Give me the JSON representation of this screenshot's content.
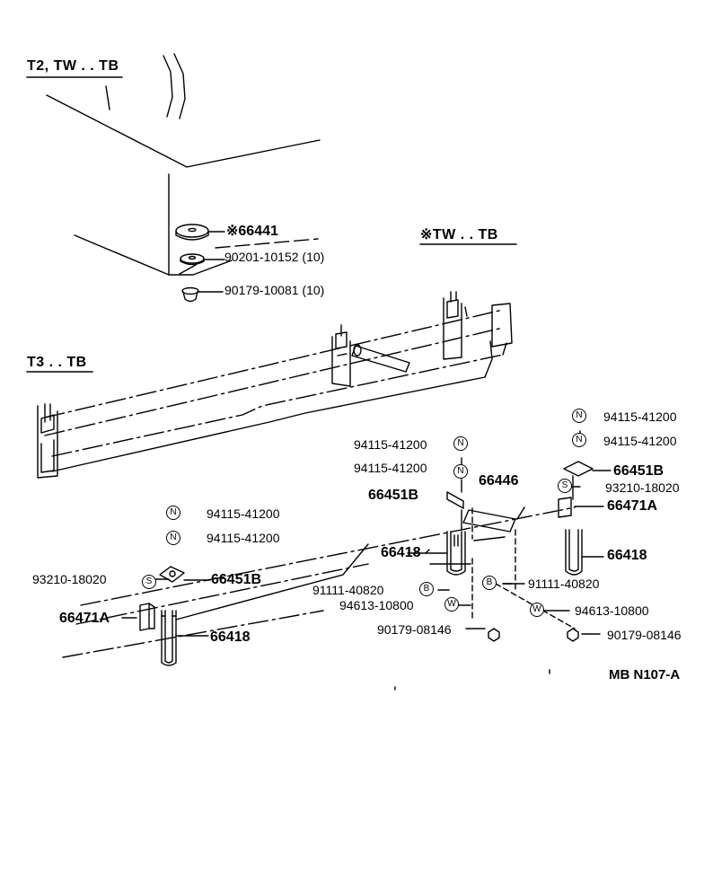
{
  "headers": {
    "t2_tw_tb": "T2, TW . . TB",
    "tw_tb": "※TW . . TB",
    "t3_tb": "T3 . . TB"
  },
  "parts": {
    "p66441": "※66441",
    "p90201": "90201-10152 (10)",
    "p90179a": "90179-10081 (10)",
    "rN1": "94115-41200",
    "rN2": "94115-41200",
    "r66451b": "66451B",
    "r93210": "93210-18020",
    "r66471a": "66471A",
    "r66418": "66418",
    "r91111": "91111-40820",
    "r94613": "94613-10800",
    "r90179": "90179-08146",
    "mN1": "94115-41200",
    "mN2": "94115-41200",
    "m66451b": "66451B",
    "m66446": "66446",
    "m66418": "66418",
    "m91111": "91111-40820",
    "m94613": "94613-10800",
    "m90179": "90179-08146",
    "lN1": "94115-41200",
    "lN2": "94115-41200",
    "l93210": "93210-18020",
    "l66451b": "66451B",
    "l66471a": "66471A",
    "l66418": "66418"
  },
  "symbols": {
    "nut": "N",
    "spring_washer": "S",
    "bolt": "B",
    "washer": "W"
  },
  "figure_code": "MB N107-A"
}
